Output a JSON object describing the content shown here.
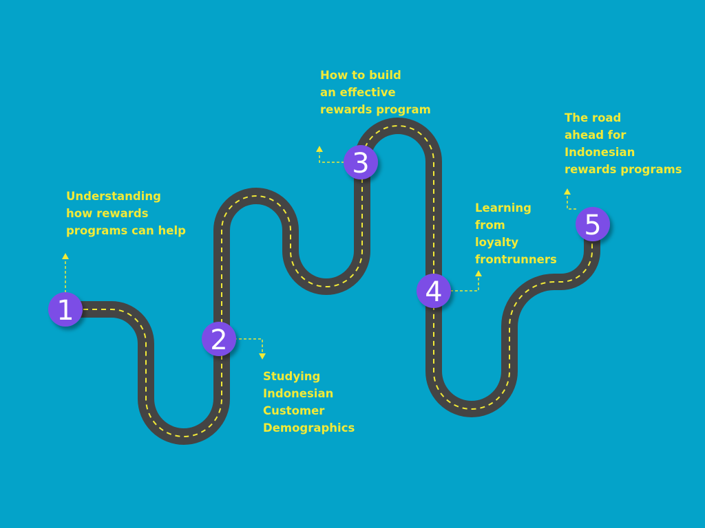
{
  "colors": {
    "background": "#04a3c9",
    "road": "#444444",
    "road_dash": "#f2ea37",
    "marker_fill": "#7b4de6",
    "marker_text": "#ffffff",
    "label_text": "#f2ea37",
    "connector": "#f2ea37"
  },
  "steps": [
    {
      "number": "1",
      "lines": [
        "Understanding",
        "how rewards",
        "programs can help"
      ]
    },
    {
      "number": "2",
      "lines": [
        "Studying",
        "Indonesian",
        "Customer",
        "Demographics"
      ]
    },
    {
      "number": "3",
      "lines": [
        "How to build",
        "an effective",
        "rewards program"
      ]
    },
    {
      "number": "4",
      "lines": [
        "Learning",
        "from",
        "loyalty",
        "frontrunners"
      ]
    },
    {
      "number": "5",
      "lines": [
        "The road",
        "ahead for",
        "Indonesian",
        "rewards programs"
      ]
    }
  ]
}
